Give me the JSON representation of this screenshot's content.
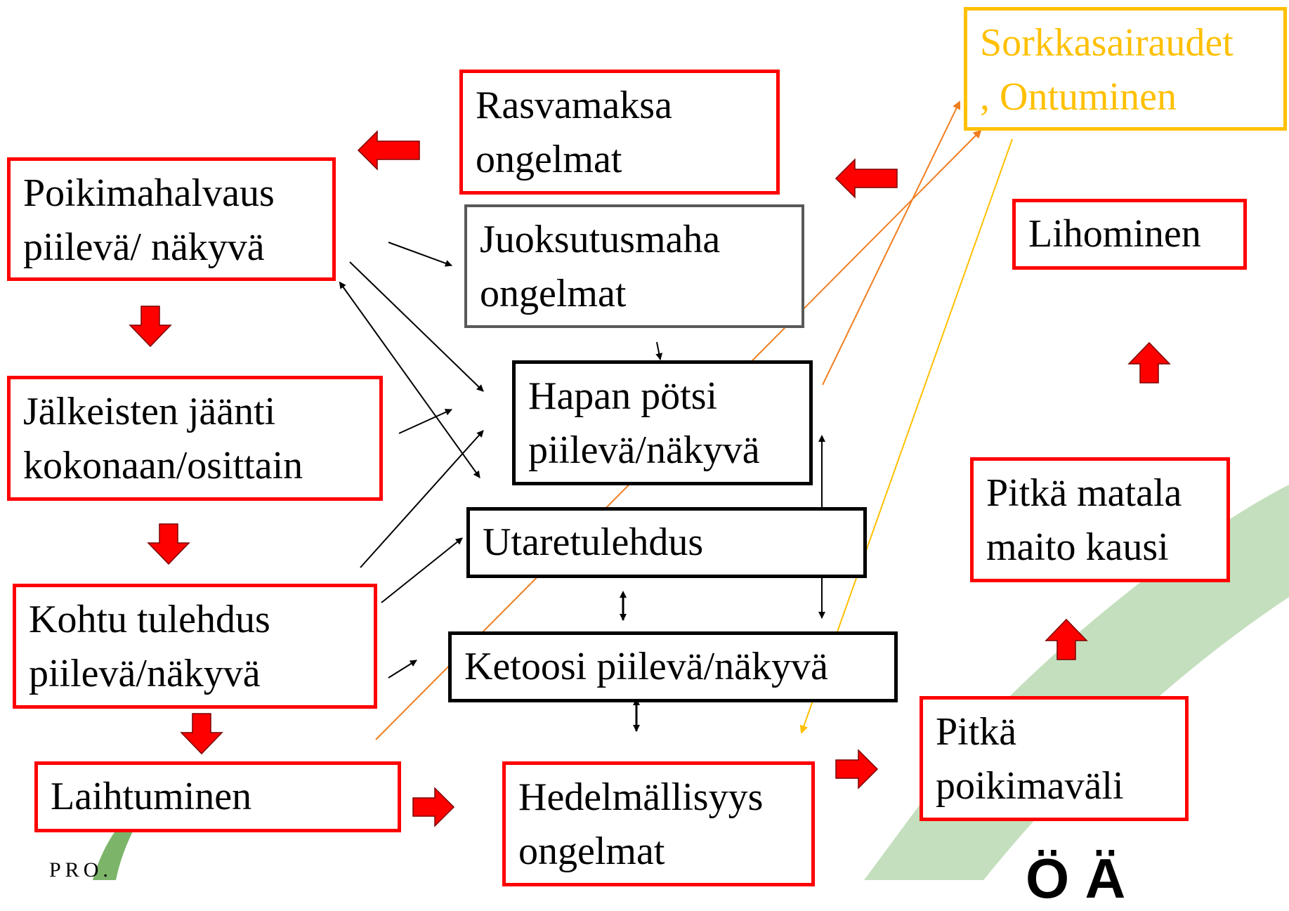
{
  "boxes": {
    "rasvamaksa": "Rasvamaksa\nongelmat",
    "sorkka": "Sorkkasairaudet\n, Ontuminen",
    "poikimahalvaus": "Poikimahalvaus\npiilevä/ näkyvä",
    "juoksutusmaha": "Juoksutusmaha\nongelmat",
    "lihominen": "Lihominen",
    "hapan_potsi": "Hapan pötsi\npiilevä/näkyvä",
    "jalkeisten": "Jälkeisten jäänti\nkokonaan/osittain",
    "utaretulehdus": "Utaretulehdus",
    "pitka_matala": "Pitkä matala\nmaito kausi",
    "kohtu": "Kohtu tulehdus\npiilevä/näkyvä",
    "ketoosi": "Ketoosi piilevä/näkyvä",
    "pitka_poikima": "Pitkä\npoikimaväli",
    "laihtuminen": "Laihtuminen",
    "hedelmallisyys": "Hedelmällisyys\nongelmat"
  },
  "logo": {
    "text": "PRO."
  },
  "partial_text": "Ö Ä",
  "colors": {
    "red": "#ff0000",
    "yellow": "#ffc000",
    "orange": "#f07d1e",
    "green_band": "#c4dfbd",
    "logo_green": "#7cb56a"
  }
}
